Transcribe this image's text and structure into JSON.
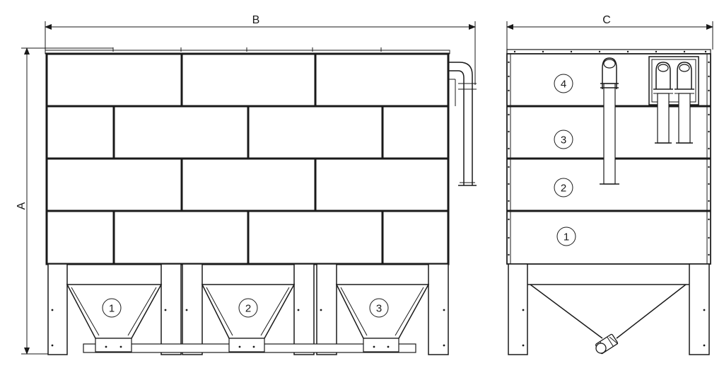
{
  "dimensions": {
    "height_label": "A",
    "width_label": "B",
    "depth_label": "C"
  },
  "front_view": {
    "hopper_numbers": [
      "1",
      "2",
      "3"
    ]
  },
  "side_view": {
    "tier_numbers": [
      "4",
      "3",
      "2",
      "1"
    ]
  }
}
